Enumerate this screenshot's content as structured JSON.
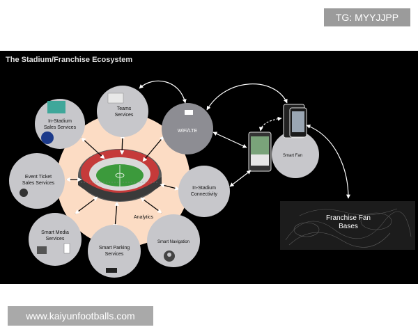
{
  "watermark": {
    "tg": "TG: MYYJJPP",
    "url": "www.kaiyunfootballs.com"
  },
  "diagram": {
    "title": "The Stadium/Franchise Ecosystem",
    "nodes": {
      "in_stadium_sales": [
        "In-Stadium",
        "Sales Services"
      ],
      "teams": [
        "Teams",
        "Services"
      ],
      "wifi": [
        "WiFi/LTE"
      ],
      "event_ticket": [
        "Event Ticket",
        "Sales Services"
      ],
      "connectivity": [
        "In-Stadium",
        "Connectivity"
      ],
      "media": [
        "Smart Media",
        "Services"
      ],
      "parking": [
        "Smart Parking",
        "Services"
      ],
      "navigation": [
        "Smart Navigation"
      ],
      "smart_fan": [
        "Smart Fan"
      ],
      "fan_bases": [
        "Franchise Fan",
        "Bases"
      ]
    },
    "analytics_label": "Analytics"
  },
  "colors": {
    "panel_bg": "#000000",
    "node_fill": "#c7c7cb",
    "halo": "#fcdcc4",
    "title_text": "#e0e0e0"
  }
}
